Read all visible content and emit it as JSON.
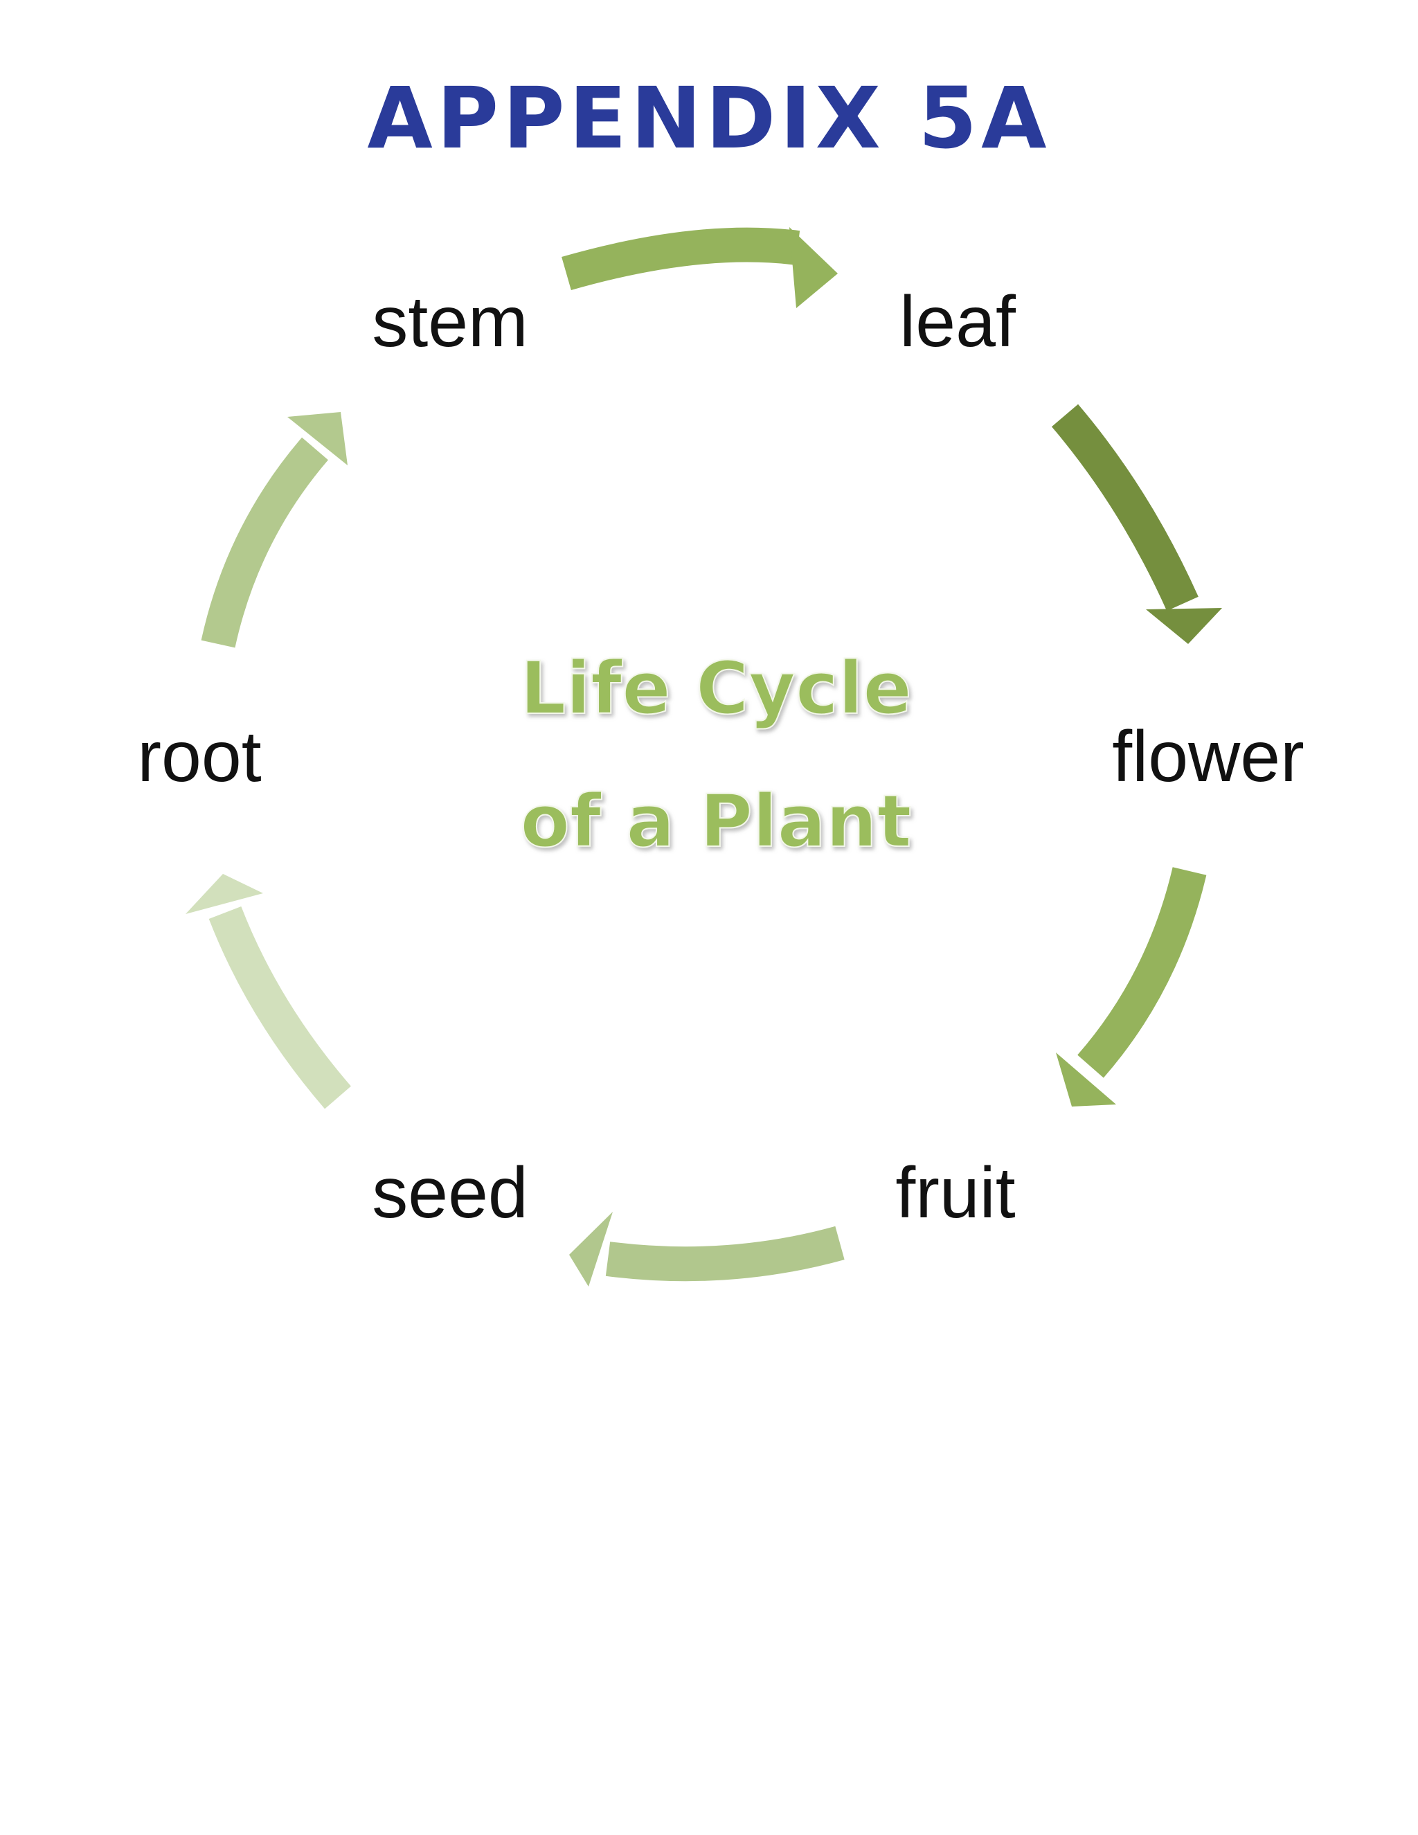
{
  "page": {
    "title": "APPENDIX 5A"
  },
  "diagram": {
    "center_title": [
      "Life Cycle",
      "of a Plant"
    ],
    "stages": [
      "stem",
      "leaf",
      "flower",
      "fruit",
      "seed",
      "root"
    ],
    "colors": {
      "title": "#2a3b9a",
      "center_text": "#9bbd5d",
      "arrow_stem_to_leaf": "#95b35c",
      "arrow_leaf_to_flower": "#758f3e",
      "arrow_flower_to_fruit": "#95b35c",
      "arrow_fruit_to_seed": "#b1c78d",
      "arrow_seed_to_root": "#d2e0bc",
      "arrow_root_to_stem": "#b3c98e"
    }
  }
}
